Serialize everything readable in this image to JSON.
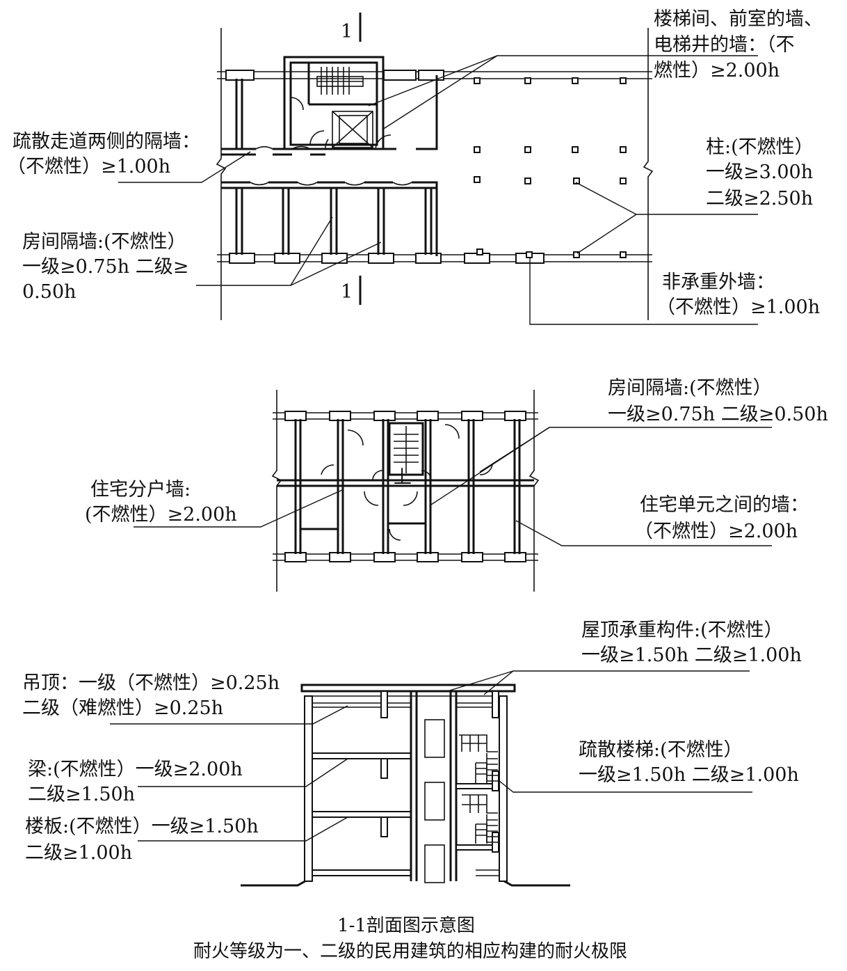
{
  "diagram": {
    "section_marks": [
      "1",
      "1"
    ],
    "plan1": {
      "stair_wall": [
        "楼梯间、前室的墙、",
        "电梯井的墙：（不",
        "燃性）≥2.00h"
      ],
      "corridor_wall": [
        "疏散走道两侧的隔墙：",
        "（不燃性）≥1.00h"
      ],
      "column": [
        "柱:(不燃性）",
        "一级≥3.00h",
        "二级≥2.50h"
      ],
      "room_partition": [
        "房间隔墙:(不燃性）",
        "一级≥0.75h 二级≥",
        "0.50h"
      ],
      "exterior_wall": [
        "非承重外墙：",
        "（不燃性）≥1.00h"
      ]
    },
    "plan2": {
      "room_partition": [
        "房间隔墙:(不燃性）",
        "一级≥0.75h 二级≥0.50h"
      ],
      "household_wall": [
        "住宅分户墙:",
        "(不燃性）≥2.00h"
      ],
      "unit_wall": [
        "住宅单元之间的墙：",
        "（不燃性）≥2.00h"
      ],
      "stair_mark": "上"
    },
    "section": {
      "roof": [
        "屋顶承重构件:(不燃性）",
        "一级≥1.50h 二级≥1.00h"
      ],
      "ceiling": [
        "吊顶：一级（不燃性）≥0.25h",
        "二级（难燃性）≥0.25h"
      ],
      "stair": [
        "疏散楼梯:(不燃性）",
        "一级≥1.50h 二级≥1.00h"
      ],
      "beam": [
        "梁:(不燃性）一级≥2.00h",
        "二级≥1.50h"
      ],
      "slab": [
        "楼板:(不燃性）一级≥1.50h",
        "二级≥1.00h"
      ]
    },
    "caption": [
      "1-1剖面图示意图",
      "耐火等级为一、二级的民用建筑的相应构建的耐火极限"
    ]
  }
}
